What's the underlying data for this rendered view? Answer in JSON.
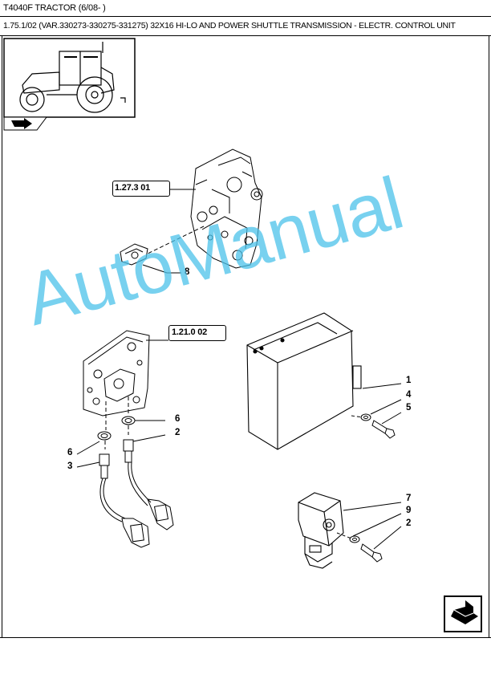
{
  "header": {
    "title": "T4040F TRACTOR (6/08- )",
    "subtitle": "1.75.1/02 (VAR.330273-330275-331275) 32X16 HI-LO AND POWER SHUTTLE TRANSMISSION - ELECTR. CONTROL UNIT"
  },
  "refs": {
    "ref1": "1.27.3 01",
    "ref2": "1.21.0 02"
  },
  "callouts": {
    "c8": "8",
    "c1": "1",
    "c4": "4",
    "c5": "5",
    "c6a": "6",
    "c2a": "2",
    "c6b": "6",
    "c3": "3",
    "c7": "7",
    "c9": "9",
    "c2b": "2"
  },
  "watermark": "AutoManual",
  "icons": {
    "thumbnail": "tractor-icon",
    "nav_small": "arrow-icon",
    "nav_large": "next-page-icon"
  }
}
